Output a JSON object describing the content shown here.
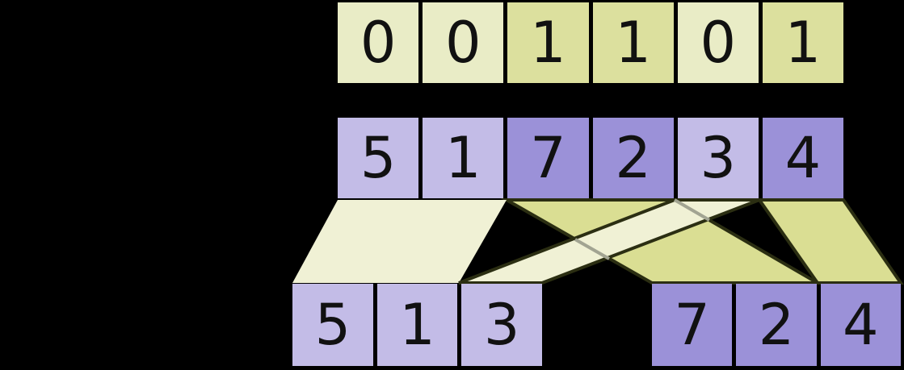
{
  "diagram": {
    "flags_row": {
      "cells": [
        "0",
        "0",
        "1",
        "1",
        "0",
        "1"
      ]
    },
    "values_row": {
      "cells": [
        "5",
        "1",
        "7",
        "2",
        "3",
        "4"
      ]
    },
    "output_left_row": {
      "cells": [
        "5",
        "1",
        "3"
      ]
    },
    "output_right_row": {
      "cells": [
        "7",
        "2",
        "4"
      ]
    }
  },
  "colors": {
    "background": "#000000",
    "flag0": "#e9ecc6",
    "flag1": "#dce09e",
    "cell_light": "#c3bce7",
    "cell_dark": "#9b91d8",
    "funnel_light": "#f0f1d5",
    "funnel_dark": "#dade93",
    "stroke_dark": "#2b2e12",
    "stroke_gray": "#a2a492",
    "digit": "#111111"
  }
}
